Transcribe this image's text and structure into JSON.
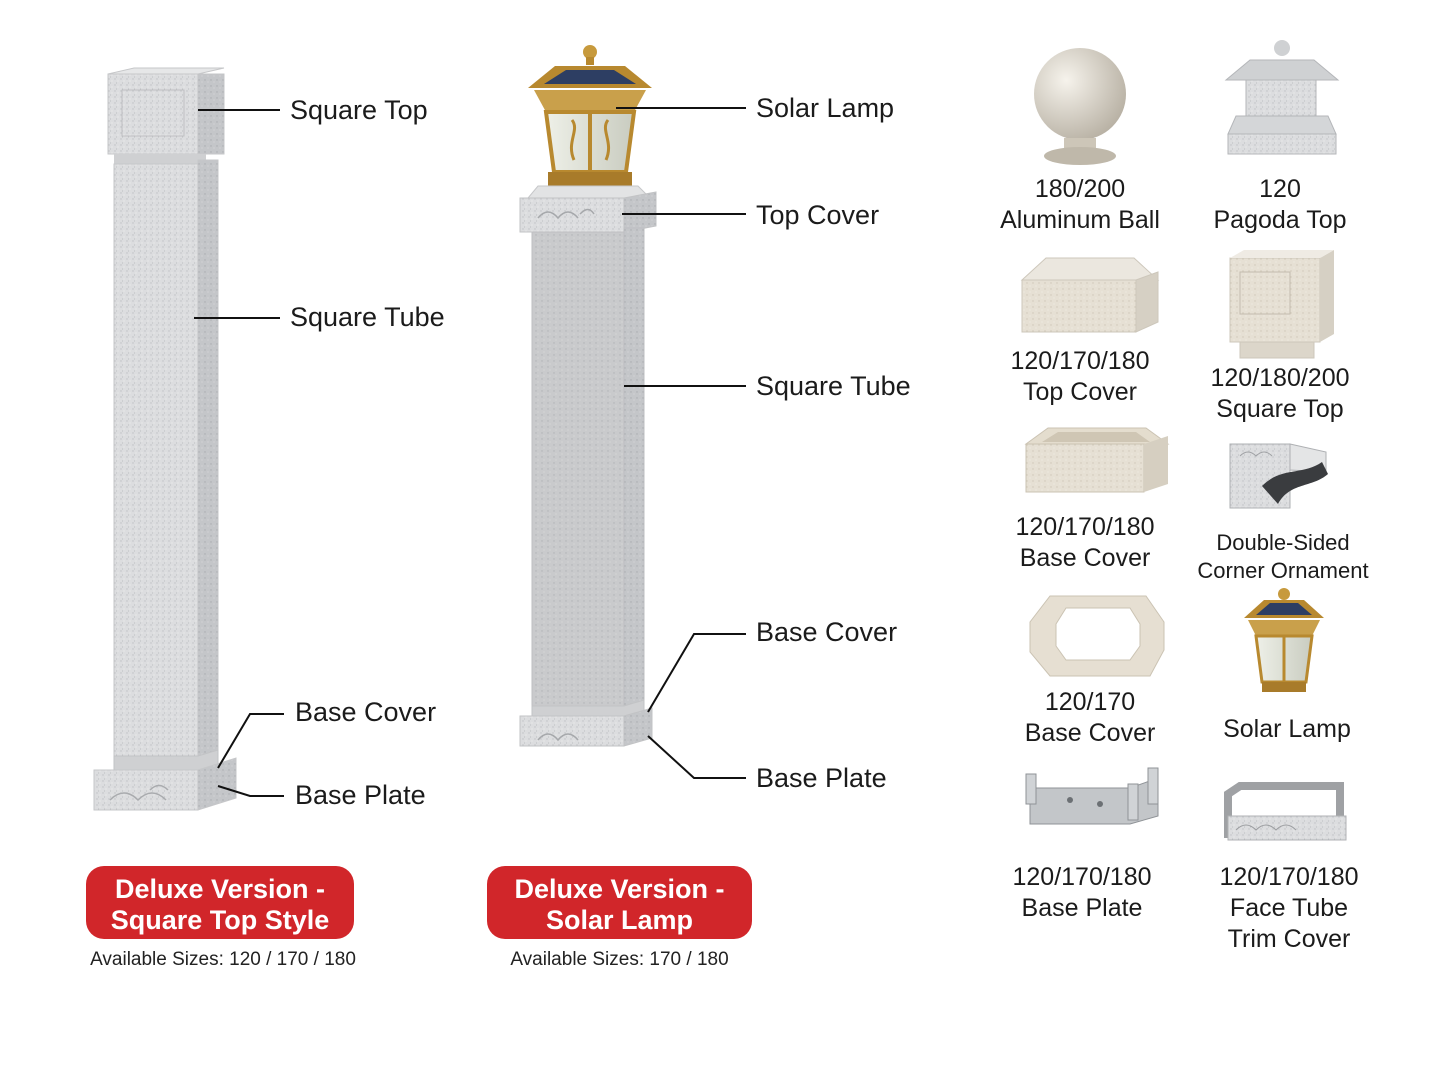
{
  "left_post": {
    "callouts": {
      "square_top": "Square Top",
      "square_tube": "Square Tube",
      "base_cover": "Base Cover",
      "base_plate": "Base Plate"
    },
    "badge_line1": "Deluxe Version -",
    "badge_line2": "Square Top Style",
    "sizes": "Available Sizes: 120 / 170 / 180"
  },
  "middle_post": {
    "callouts": {
      "solar_lamp": "Solar Lamp",
      "top_cover": "Top Cover",
      "square_tube": "Square Tube",
      "base_cover": "Base Cover",
      "base_plate": "Base Plate"
    },
    "badge_line1": "Deluxe Version -",
    "badge_line2": "Solar Lamp",
    "sizes": "Available Sizes: 170 / 180"
  },
  "parts": [
    {
      "size": "180/200",
      "name": "Aluminum Ball",
      "icon": "aluminum-ball-icon"
    },
    {
      "size": "120",
      "name": "Pagoda Top",
      "icon": "pagoda-top-icon"
    },
    {
      "size": "120/170/180",
      "name": "Top Cover",
      "icon": "top-cover-icon"
    },
    {
      "size": "120/180/200",
      "name": "Square Top",
      "icon": "square-top-icon"
    },
    {
      "size": "120/170/180",
      "name": "Base Cover",
      "icon": "base-cover-icon"
    },
    {
      "size": "Double-Sided",
      "name": "Corner Ornament",
      "icon": "corner-ornament-icon"
    },
    {
      "size": "120/170",
      "name": "Base Cover",
      "icon": "ring-base-cover-icon"
    },
    {
      "size": "",
      "name": "Solar Lamp",
      "icon": "solar-lamp-icon"
    },
    {
      "size": "120/170/180",
      "name": "Base Plate",
      "icon": "base-plate-icon"
    },
    {
      "size": "120/170/180",
      "name": "Face Tube",
      "name2": "Trim Cover",
      "icon": "trim-cover-icon"
    }
  ],
  "colors": {
    "badge": "#d1262a",
    "granite": "#d9dadb",
    "gold": "#b8892f"
  }
}
